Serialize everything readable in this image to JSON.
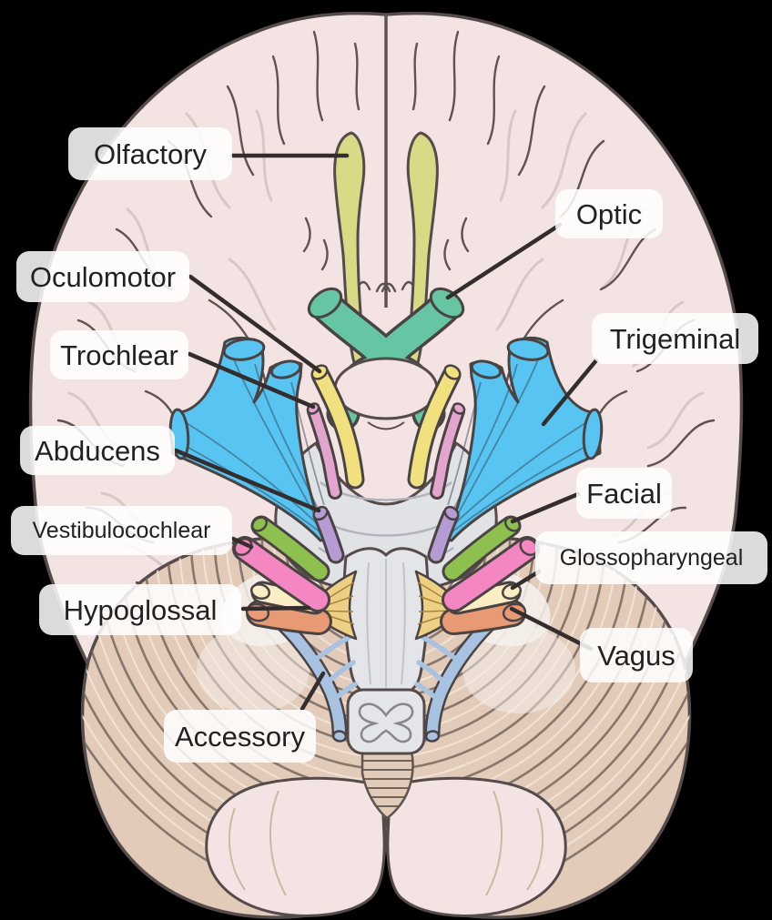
{
  "labels": {
    "olfactory": {
      "text": "Olfactory"
    },
    "optic": {
      "text": "Optic"
    },
    "oculomotor": {
      "text": "Oculomotor"
    },
    "trochlear": {
      "text": "Trochlear"
    },
    "trigeminal": {
      "text": "Trigeminal"
    },
    "abducens": {
      "text": "Abducens"
    },
    "vestibulocochlear": {
      "text": "Vestibulocochlear"
    },
    "facial": {
      "text": "Facial"
    },
    "glossopharyngeal": {
      "text": "Glossopharyngeal"
    },
    "hypoglossal": {
      "text": "Hypoglossal"
    },
    "vagus": {
      "text": "Vagus"
    },
    "accessory": {
      "text": "Accessory"
    }
  },
  "nerve_colors": {
    "olfactory": "#d8da85",
    "optic": "#66c6a3",
    "oculomotor": "#f1e07e",
    "trochlear": "#e3a5ce",
    "trigeminal": "#58c4f2",
    "abducens": "#b69cd4",
    "facial": "#8ec04f",
    "vestibulocochlear": "#f487c1",
    "glossopharyngeal": "#fbeec5",
    "vagus": "#e79a74",
    "hypoglossal": "#eed084",
    "accessory": "#a8c2e2"
  },
  "anatomy_colors": {
    "background": "#000000",
    "cerebrum": "#f3e4e3",
    "cerebellum": "#e2cbb8",
    "brainstem": "#e1e2e6",
    "outline": "#554b4b",
    "leader_line": "#332d2d"
  }
}
